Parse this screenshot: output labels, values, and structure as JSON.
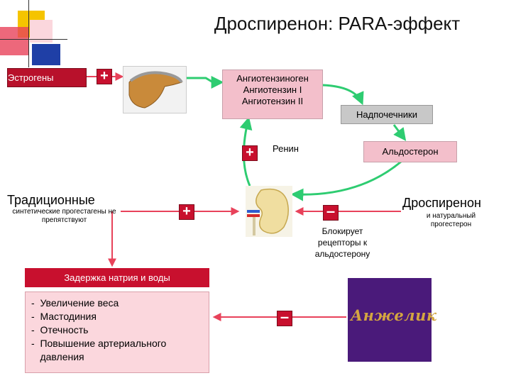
{
  "title": "Дроспиренон: PARA-эффект",
  "estrogens": "Эстрогены",
  "signs": {
    "plus": "+",
    "minus": "–"
  },
  "angiotensin": {
    "lines": [
      "Ангиотензиноген",
      "Ангиотензин I",
      "Ангиотензин II"
    ]
  },
  "adrenals": "Надпочечники",
  "renin": "Ренин",
  "aldosterone": "Альдостерон",
  "traditional": {
    "title": "Традиционные",
    "subtitle": "синтетические прогестагены не препятствуют"
  },
  "drospirenone": {
    "title": "Дроспиренон",
    "subtitle": "и натуральный прогестерон"
  },
  "blocks_text": "Блокирует рецепторы к альдостерону",
  "sodium": "Задержка натрия и воды",
  "effects": [
    "Увеличение веса",
    "Мастодиния",
    "Отечность",
    "Повышение артериального давления"
  ],
  "effect_bullet": "-",
  "brand": "Анжелик",
  "icons": [
    "liver-image",
    "kidney-image"
  ],
  "colors": {
    "red": "#c8102e",
    "green": "#2ecc71",
    "pink": "#f3bfcb",
    "purple": "#4a1a7a"
  }
}
